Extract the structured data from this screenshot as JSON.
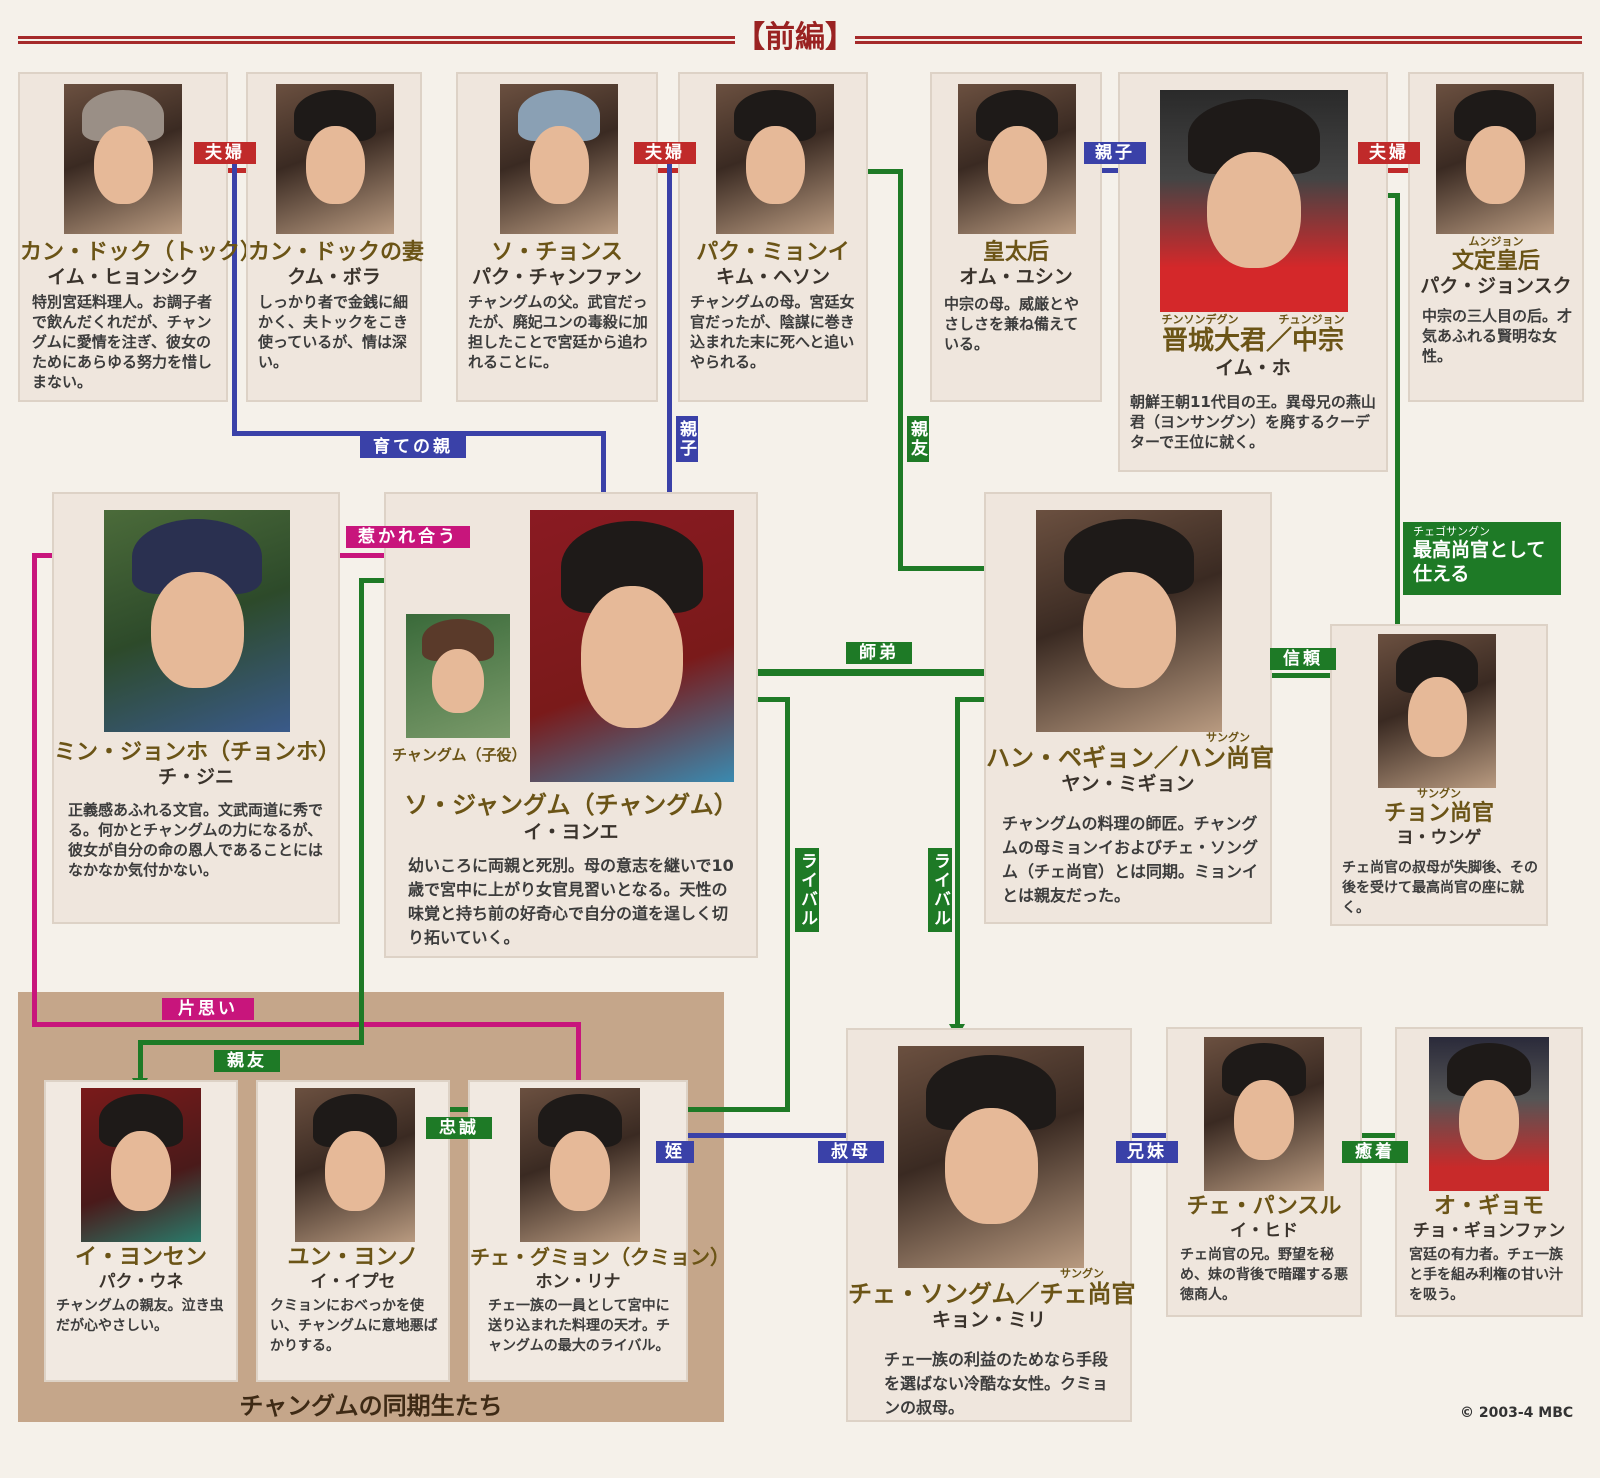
{
  "header": {
    "title": "【前編】"
  },
  "copyright": "© 2003-4 MBC",
  "group": {
    "title": "チャングムの同期生たち"
  },
  "colors": {
    "red": "#c02a2a",
    "blue": "#3a41a8",
    "green": "#1e7a26",
    "pink": "#c8157c",
    "brown_panel": "#c5a68a",
    "title_gold": "#6b5416"
  },
  "characters": [
    {
      "id": "kang-dok",
      "role": "カン・ドック（トック）",
      "actor": "イム・ヒョンシク",
      "desc": "特別宮廷料理人。お調子者で飲んだくれだが、チャングムに愛情を注ぎ、彼女のためにあらゆる努力を惜しまない。"
    },
    {
      "id": "kang-dok-wife",
      "role": "カン・ドックの妻",
      "actor": "クム・ボラ",
      "desc": "しっかり者で金銭に細かく、夫トックをこき使っているが、情は深い。"
    },
    {
      "id": "so-cheonsu",
      "role": "ソ・チョンス",
      "actor": "パク・チャンファン",
      "desc": "チャングムの父。武官だったが、廃妃ユンの毒殺に加担したことで宮廷から追われることに。"
    },
    {
      "id": "park-myeongi",
      "role": "パク・ミョンイ",
      "actor": "キム・ヘソン",
      "desc": "チャングムの母。宮廷女官だったが、陰謀に巻き込まれた末に死へと追いやられる。"
    },
    {
      "id": "queen-mother",
      "role": "皇太后",
      "actor": "オム・ユシン",
      "desc": "中宗の母。威厳とやさしさを兼ね備えている。"
    },
    {
      "id": "king",
      "ruby_left": "チンソンデグン",
      "ruby_right": "チュンジョン",
      "role": "晋城大君／中宗",
      "actor": "イム・ホ",
      "desc": "朝鮮王朝11代目の王。異母兄の燕山君（ヨンサングン）を廃するクーデターで王位に就く。"
    },
    {
      "id": "queen",
      "ruby": "ムンジョン",
      "role": "文定皇后",
      "actor": "パク・ジョンスク",
      "desc": "中宗の三人目の后。才気あふれる賢明な女性。"
    },
    {
      "id": "min-jeongho",
      "role": "ミン・ジョンホ（チョンホ）",
      "actor": "チ・ジニ",
      "desc": "正義感あふれる文官。文武両道に秀でる。何かとチャングムの力になるが、彼女が自分の命の恩人であることにはなかなか気付かない。"
    },
    {
      "id": "janggeum",
      "child_label": "チャングム（子役）",
      "role": "ソ・ジャングム（チャングム）",
      "actor": "イ・ヨンエ",
      "desc": "幼いころに両親と死別。母の意志を継いで10歳で宮中に上がり女官見習いとなる。天性の味覚と持ち前の好奇心で自分の道を逞しく切り拓いていく。"
    },
    {
      "id": "han-sanggung",
      "ruby": "サングン",
      "role": "ハン・ペギョン／ハン尚官",
      "actor": "ヤン・ミギョン",
      "desc": "チャングムの料理の師匠。チャングムの母ミョンイおよびチェ・ソングム（チェ尚官）とは同期。ミョンイとは親友だった。"
    },
    {
      "id": "jeong-sanggung",
      "ruby": "サングン",
      "role": "チョン尚官",
      "actor": "ヨ・ウンゲ",
      "desc": "チェ尚官の叔母が失脚後、その後を受けて最高尚官の座に就く。"
    },
    {
      "id": "lee-yeonsaeng",
      "role": "イ・ヨンセン",
      "actor": "パク・ウネ",
      "desc": "チャングムの親友。泣き虫だが心やさしい。"
    },
    {
      "id": "yun-yeongno",
      "role": "ユン・ヨンノ",
      "actor": "イ・イプセ",
      "desc": "クミョンにおべっかを使い、チャングムに意地悪ばかりする。"
    },
    {
      "id": "choi-geumyeong",
      "role": "チェ・グミョン（クミョン）",
      "actor": "ホン・リナ",
      "desc": "チェ一族の一員として宮中に送り込まれた料理の天才。チャングムの最大のライバル。"
    },
    {
      "id": "choi-sanggung",
      "ruby": "サングン",
      "role": "チェ・ソングム／チェ尚官",
      "actor": "キョン・ミリ",
      "desc": "チェ一族の利益のためなら手段を選ばない冷酷な女性。クミョンの叔母。"
    },
    {
      "id": "choi-pansul",
      "role": "チェ・パンスル",
      "actor": "イ・ヒド",
      "desc": "チェ尚官の兄。野望を秘め、妹の背後で暗躍する悪徳商人。"
    },
    {
      "id": "oh-gyeommo",
      "role": "オ・ギョモ",
      "actor": "チョ・ギョンファン",
      "desc": "宮廷の有力者。チェ一族と手を組み利権の甘い汁を吸う。"
    }
  ],
  "relations": {
    "couple1": "夫婦",
    "couple2": "夫婦",
    "couple3": "夫婦",
    "parent_child_top": "親子",
    "foster_parent": "育ての親",
    "parent_child_v": "親子",
    "best_friend_v": "親友",
    "attracted": "惹かれ合う",
    "mentor": "師弟",
    "trust": "信頼",
    "serve_ruby": "チェゴサングン",
    "serve": "最高尚官として仕える",
    "rival1": "ライバル",
    "rival2": "ライバル",
    "one_sided": "片思い",
    "best_friend_h": "親友",
    "loyalty": "忠誠",
    "niece": "姪",
    "aunt": "叔母",
    "siblings": "兄妹",
    "collusion": "癒着"
  }
}
